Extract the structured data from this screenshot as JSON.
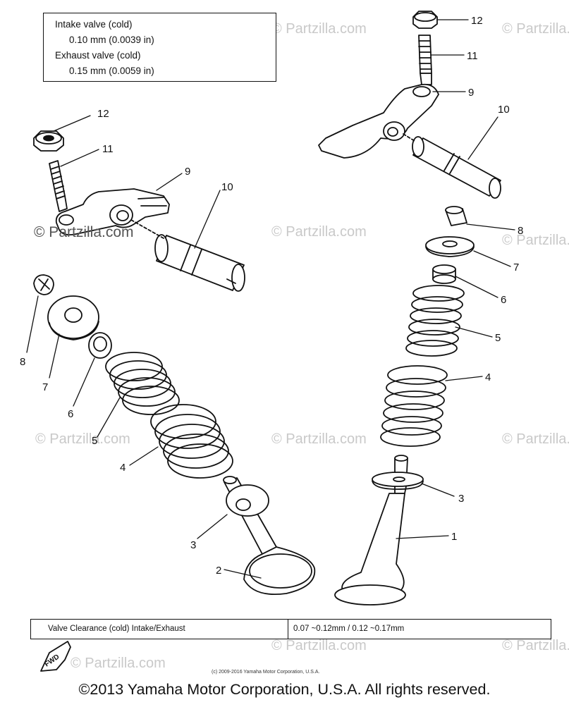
{
  "spec_box": {
    "line1": "Intake valve (cold)",
    "line2": "0.10 mm (0.0039 in)",
    "line3": "Exhaust valve (cold)",
    "line4": "0.15 mm (0.0059 in)"
  },
  "clearance_bar": {
    "label": "Valve Clearance (cold) Intake/Exhaust",
    "value": "0.07 ~0.12mm / 0.12 ~0.17mm"
  },
  "fwd_mark": "FWD",
  "small_copyright": "(c) 2009-2016 Yamaha Motor Corporation, U.S.A.",
  "copyright": "©2013 Yamaha Motor Corporation, U.S.A. All rights reserved.",
  "watermarks": {
    "prominent": "© Partzilla.com",
    "faint": "© Partzilla.com"
  },
  "callouts": {
    "c1": "1",
    "c2": "2",
    "c3a": "3",
    "c3b": "3",
    "c4a": "4",
    "c4b": "4",
    "c5a": "5",
    "c5b": "5",
    "c6a": "6",
    "c6b": "6",
    "c7a": "7",
    "c7b": "7",
    "c8a": "8",
    "c8b": "8",
    "c9a": "9",
    "c9b": "9",
    "c10a": "10",
    "c10b": "10",
    "c11a": "11",
    "c11b": "11",
    "c12a": "12",
    "c12b": "12"
  }
}
